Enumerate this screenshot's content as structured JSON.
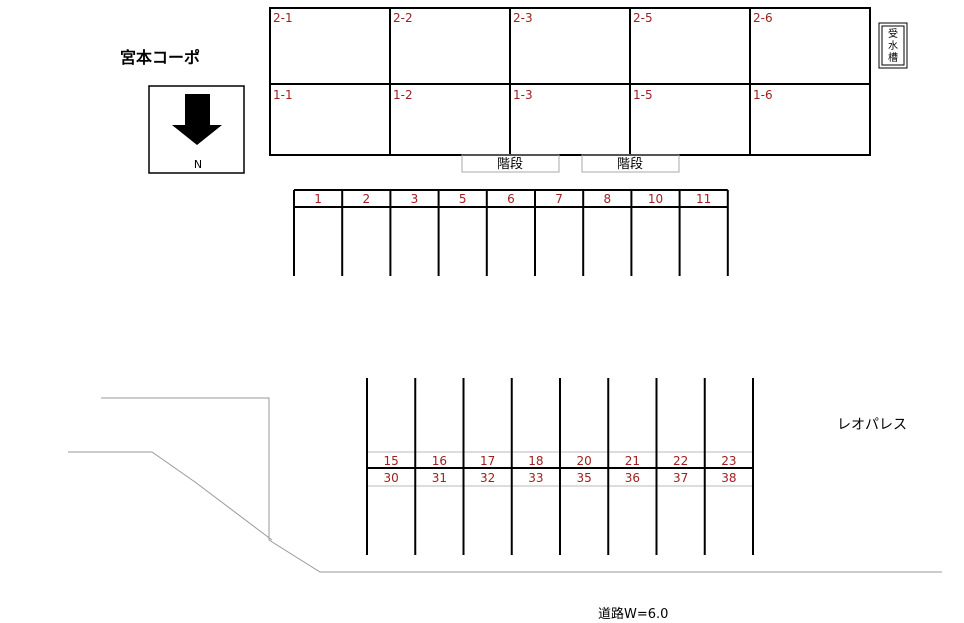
{
  "building_name": "宮本コーポ",
  "north_label": "N",
  "water_tank_label": "受水槽",
  "neighbor_building": "レオパレス",
  "road_label": "道路W=6.0",
  "stairs": [
    "階段",
    "階段"
  ],
  "units_upper": [
    "2-1",
    "2-2",
    "2-3",
    "2-5",
    "2-6"
  ],
  "units_lower": [
    "1-1",
    "1-2",
    "1-3",
    "1-5",
    "1-6"
  ],
  "parking_top": [
    "1",
    "2",
    "3",
    "5",
    "6",
    "7",
    "8",
    "10",
    "11"
  ],
  "parking_bottom_row1": [
    "15",
    "16",
    "17",
    "18",
    "20",
    "21",
    "22",
    "23"
  ],
  "parking_bottom_row2": [
    "30",
    "31",
    "32",
    "33",
    "35",
    "36",
    "37",
    "38"
  ],
  "colors": {
    "label_red": "#a02020",
    "line": "#000000",
    "thin_line": "#999999"
  }
}
